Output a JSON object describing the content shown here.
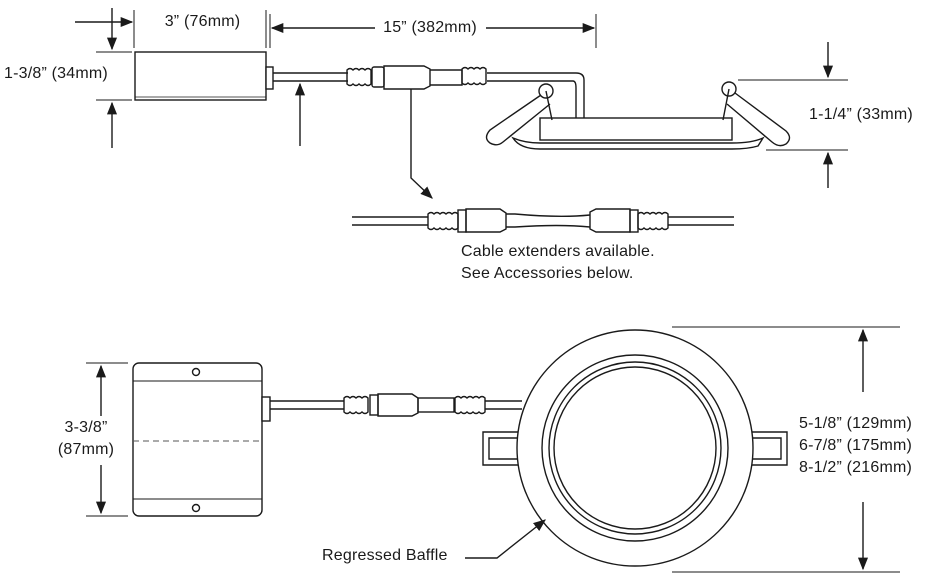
{
  "top_view": {
    "driver_width": "3” (76mm)",
    "driver_height": "1-3/8” (34mm)",
    "cable_length": "15” (382mm)",
    "fixture_height": "1-1/4” (33mm)"
  },
  "extender_note": {
    "line1": "Cable extenders available.",
    "line2": "See Accessories below."
  },
  "bottom_view": {
    "driver_dim_line1": "3-3/8”",
    "driver_dim_line2": "(87mm)",
    "diameters": [
      "5-1/8” (129mm)",
      "6-7/8” (175mm)",
      "8-1/2” (216mm)"
    ],
    "baffle_label": "Regressed Baffle"
  },
  "colors": {
    "ink": "#1a1a1a",
    "dash": "#555555"
  }
}
